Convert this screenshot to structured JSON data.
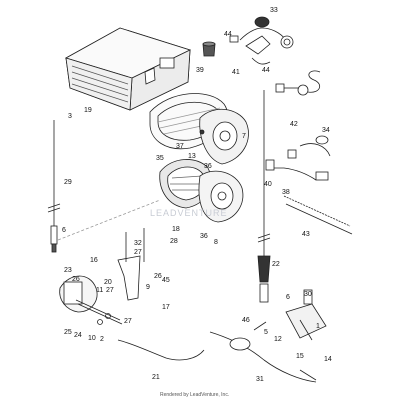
{
  "diagram": {
    "watermark": "LEADVENTURE",
    "footer": "Rendered by LeadVenture, Inc.",
    "callouts": [
      "33",
      "44",
      "39",
      "41",
      "44",
      "19",
      "3",
      "42",
      "34",
      "35",
      "37",
      "13",
      "36",
      "7",
      "40",
      "38",
      "29",
      "6",
      "43",
      "36",
      "8",
      "18",
      "32",
      "27",
      "28",
      "45",
      "26",
      "22",
      "16",
      "20",
      "23",
      "26",
      "9",
      "11",
      "27",
      "17",
      "6",
      "30",
      "46",
      "5",
      "12",
      "25",
      "24",
      "10",
      "2",
      "27",
      "1",
      "15",
      "14",
      "21",
      "31"
    ]
  }
}
